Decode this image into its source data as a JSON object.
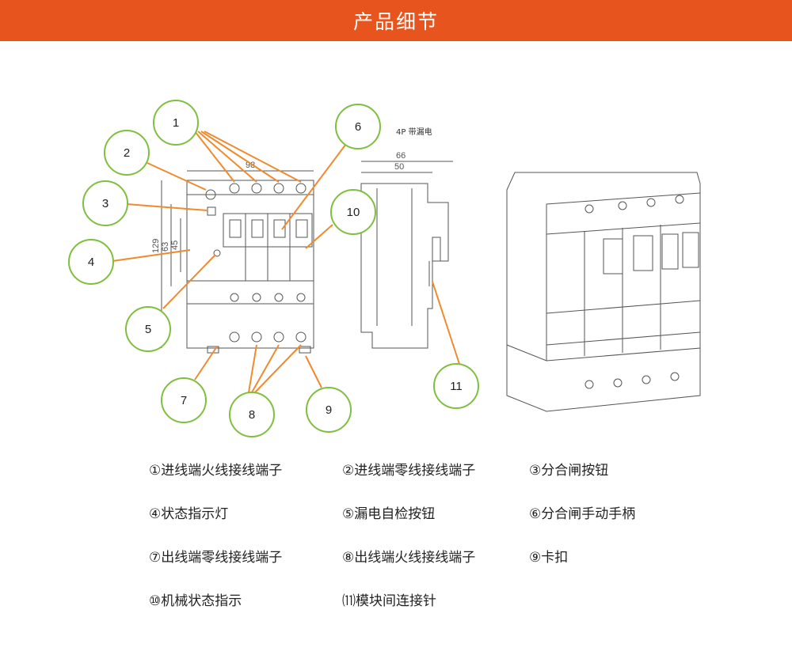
{
  "header": {
    "title": "产品细节"
  },
  "front_view": {
    "dim_width": "98",
    "dim_h1": "129",
    "dim_h2": "63",
    "dim_h3": "45"
  },
  "side_view": {
    "note": "4P 带漏电",
    "dim_w1": "66",
    "dim_w2": "50"
  },
  "callouts": [
    "1",
    "2",
    "3",
    "4",
    "5",
    "6",
    "7",
    "8",
    "9",
    "10",
    "11"
  ],
  "legend": [
    "①进线端火线接线端子",
    "②进线端零线接线端子",
    "③分合闸按钮",
    "④状态指示灯",
    "⑤漏电自检按钮",
    "⑥分合闸手动手柄",
    "⑦出线端零线接线端子",
    "⑧出线端火线接线端子",
    "⑨卡扣",
    "⑩机械状态指示",
    "⑾模块间连接针"
  ],
  "colors": {
    "header_bg": "#e8541e",
    "arrow": "#f08a2e",
    "circle_stroke": "#7fbf3f"
  }
}
